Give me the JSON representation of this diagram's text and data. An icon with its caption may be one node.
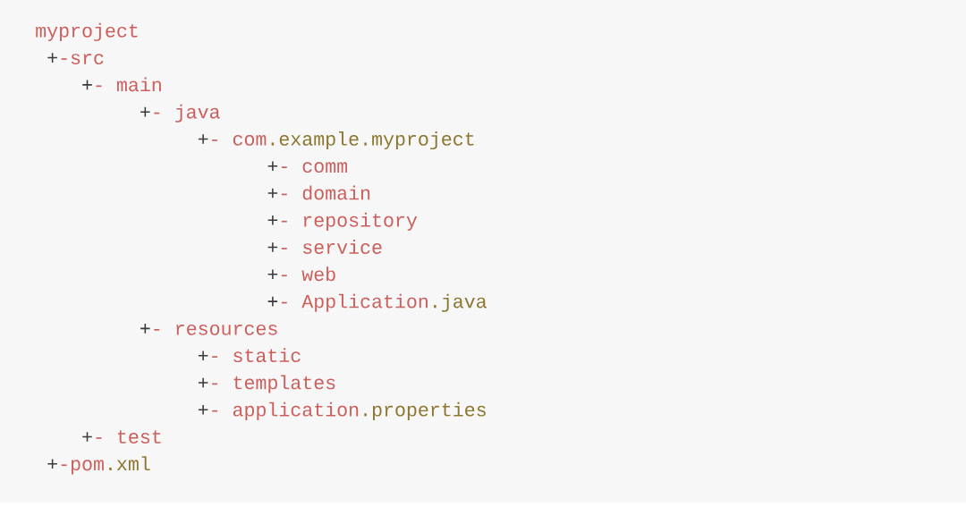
{
  "diagram": {
    "labels": [
      "myproject",
      "+-src",
      "+- main",
      "+- java",
      "+- com.example.myproject",
      "+- comm",
      "+- domain",
      "+- repository",
      "+- service",
      "+- web",
      "+- Application.java",
      "+- resources",
      "+- static",
      "+- templates",
      "+- application.properties",
      "+- test",
      "+-pom.xml"
    ]
  }
}
